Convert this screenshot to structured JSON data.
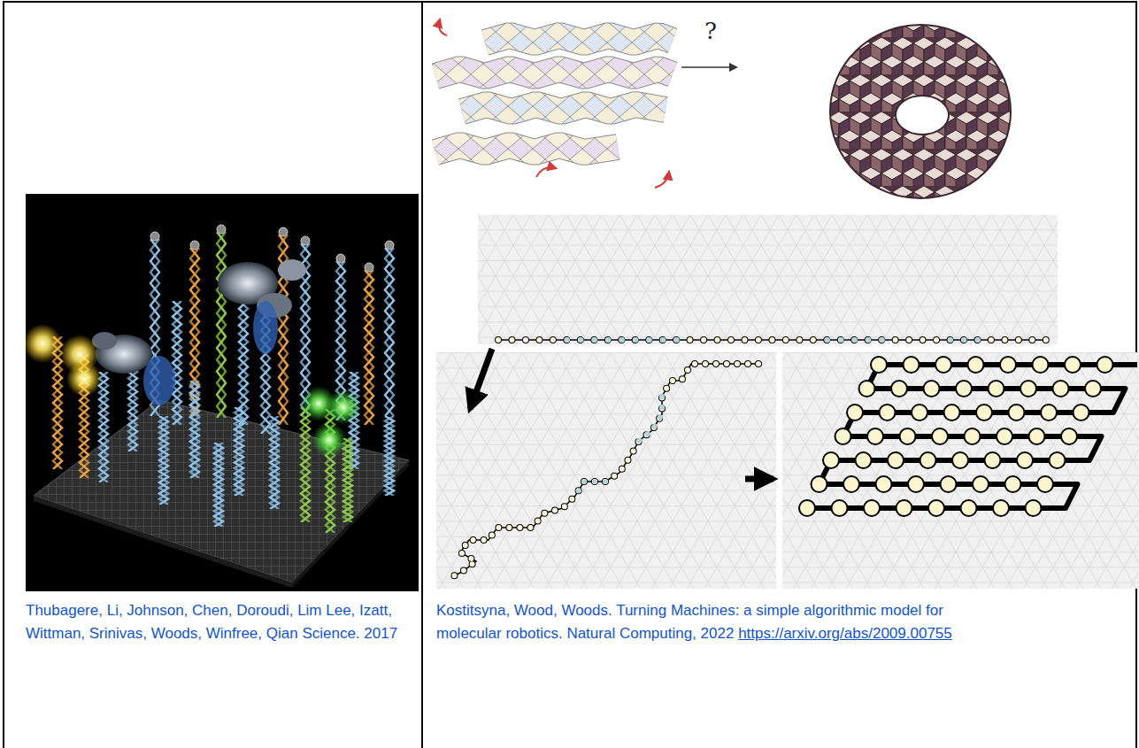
{
  "diagram": {
    "labels": [
      "?",
      "Thubagere, Li, Johnson, Chen, Doroudi, Lim Lee, Izatt, Wittman, Srinivas, Woods, Winfree, Qian Science. 2017",
      "Kostitsyna, Wood, Woods. Turning Machines: a simple algorithmic model for molecular robotics. Natural Computing, 2022",
      "https://arxiv.org/abs/2009.00755"
    ]
  }
}
